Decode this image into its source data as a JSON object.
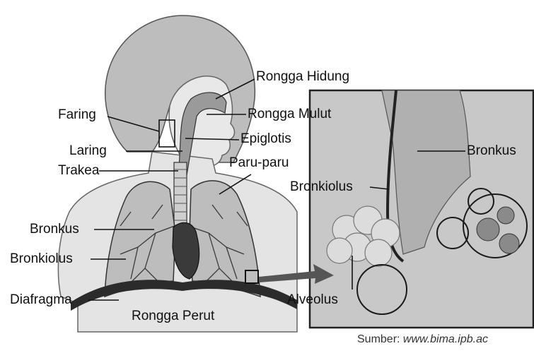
{
  "labels": {
    "rongga_hidung": "Rongga Hidung",
    "faring": "Faring",
    "rongga_mulut": "Rongga Mulut",
    "epiglotis": "Epiglotis",
    "laring": "Laring",
    "trakea": "Trakea",
    "paru_paru": "Paru-paru",
    "bronkus_left": "Bronkus",
    "bronkiolus_left": "Bronkiolus",
    "diafragma": "Diafragma",
    "rongga_perut": "Rongga Perut",
    "bronkus_inset": "Bronkus",
    "bronkiolus_inset": "Bronkiolus",
    "alveolus": "Alveolus"
  },
  "source": {
    "prefix": "Sumber:",
    "url": "www.bima.ipb.ac"
  },
  "colors": {
    "background": "#ffffff",
    "inset_bg": "#c8c8c8",
    "body_fill": "#e4e4e4",
    "lung_fill": "#bdbdbd",
    "heart_fill": "#3a3a3a",
    "line": "#1a1a1a"
  }
}
